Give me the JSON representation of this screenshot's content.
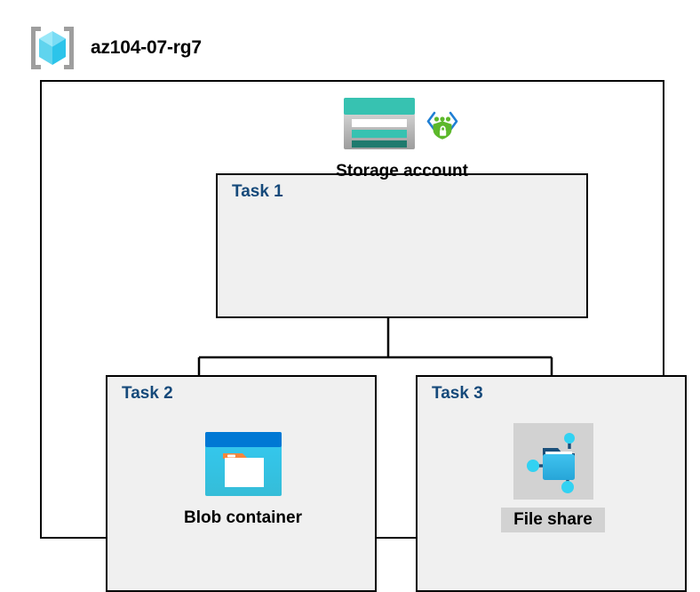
{
  "header": {
    "resource_group_name": "az104-07-rg7",
    "icon": "resource-group-cube-icon"
  },
  "diagram": {
    "type": "architecture-tree",
    "container_label": "az104-07-rg7",
    "tasks": [
      {
        "id": "task1",
        "label": "Task 1",
        "node_caption": "Storage account",
        "icons": [
          "storage-account-icon",
          "private-endpoint-icon"
        ],
        "highlighted": false
      },
      {
        "id": "task2",
        "label": "Task 2",
        "node_caption": "Blob container",
        "icons": [
          "blob-container-icon"
        ],
        "highlighted": false
      },
      {
        "id": "task3",
        "label": "Task 3",
        "node_caption": "File share",
        "icons": [
          "file-share-icon"
        ],
        "highlighted": true
      }
    ],
    "connections": [
      {
        "from": "Storage account",
        "to": "Blob container"
      },
      {
        "from": "Storage account",
        "to": "File share"
      }
    ]
  },
  "colors": {
    "task_label": "#15497a",
    "task_fill": "#f0f0f0",
    "border": "#000000",
    "highlight": "#d2d2d2",
    "storage_teal": "#37c2b1",
    "storage_teal_dark": "#1f7a6e",
    "blob_blue": "#0078d4",
    "blob_cyan": "#32c8f0",
    "blob_orange": "#f7863c",
    "fileshare_blue": "#32b4e4",
    "node_cyan": "#32d2f2",
    "shield_green": "#5cb82b",
    "cube_cyan": "#7ae1f5",
    "bracket_gray": "#a0a0a0"
  }
}
